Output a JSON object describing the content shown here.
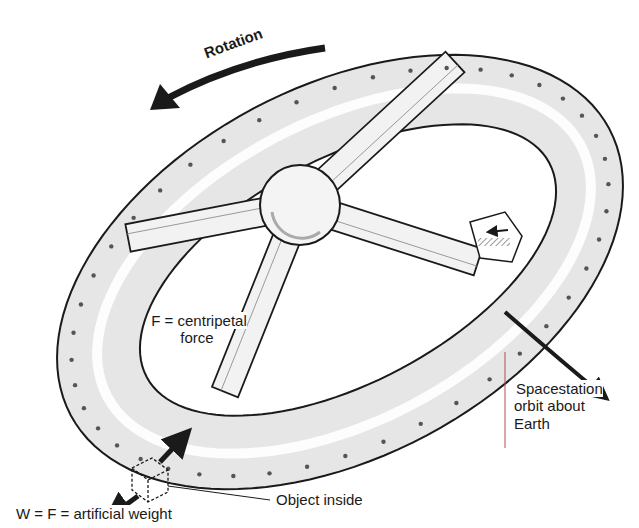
{
  "diagram": {
    "labels": [
      "Rotation",
      "F = centripetal force",
      "Object inside",
      "W = F = artificial weight",
      "Spacestation orbit about Earth"
    ]
  }
}
